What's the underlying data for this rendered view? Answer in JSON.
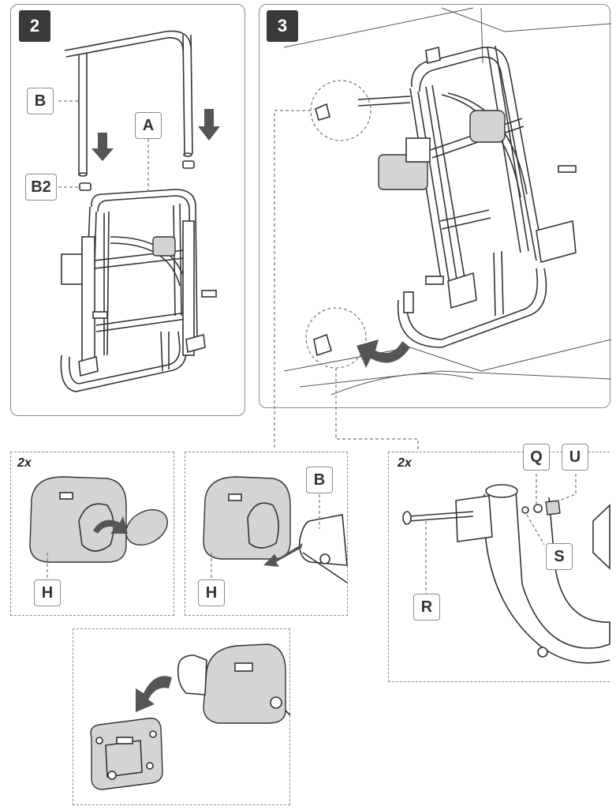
{
  "steps": {
    "s2": "2",
    "s3": "3"
  },
  "labels": {
    "A": "A",
    "B": "B",
    "B2": "B2",
    "H1": "H",
    "H2": "H",
    "B_detail": "B",
    "Q": "Q",
    "U": "U",
    "S": "S",
    "R": "R"
  },
  "quantities": {
    "left_detail": "2x",
    "right_detail": "2x"
  },
  "icons": [
    "down-arrow-icon",
    "curved-arrow-icon",
    "push-arrow-icon"
  ]
}
